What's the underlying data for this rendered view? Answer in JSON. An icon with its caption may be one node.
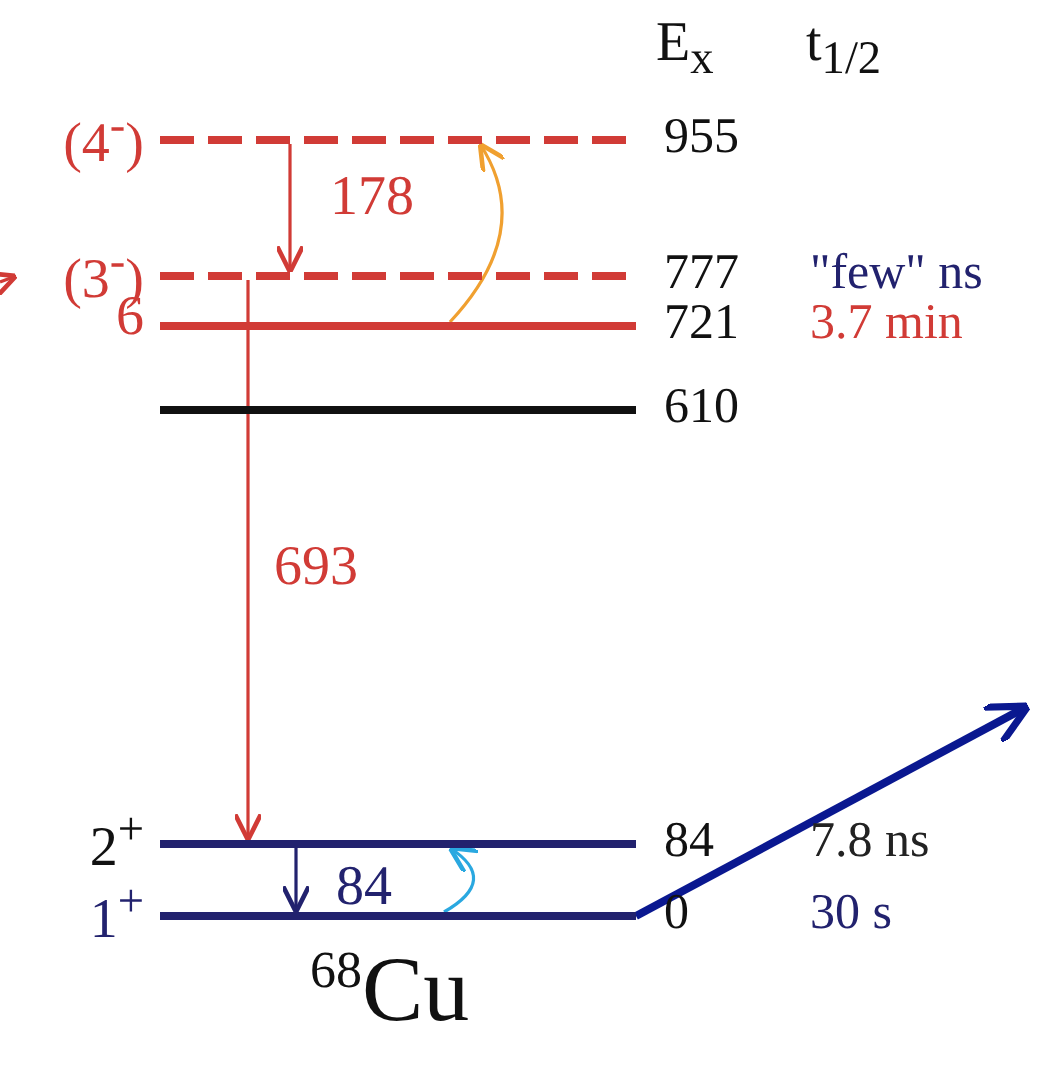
{
  "diagram": {
    "nodes": [
      {
        "text": [
          "(4$^{-}$)",
          "955"
        ]
      },
      {
        "text": [
          "(3$^{-}$)",
          "777"
        ],
        "beside": [
          "\"few\" ns"
        ]
      },
      {
        "text": [
          "6",
          "721"
        ],
        "beside": [
          "3.7 min"
        ]
      },
      {
        "text": [
          "610"
        ]
      },
      {
        "text": [
          "2$^{+}$",
          "84"
        ],
        "beside": [
          "7.8 ns"
        ]
      },
      {
        "text": [
          "1$^{+}$",
          "0"
        ],
        "beside": [
          "30 s"
        ]
      }
    ],
    "edges": [
      {
        "from": 0,
        "to": 1,
        "arrow": "to",
        "label": "178"
      },
      {
        "from": 2,
        "to": 0,
        "arrow": "to",
        "color": "#f0a030"
      },
      {
        "from": 1,
        "to": 4,
        "arrow": "to",
        "label": "693"
      },
      {
        "from": 4,
        "to": 5,
        "arrow": "to",
        "label": "84",
        "color": "#22226e"
      },
      {
        "from": 5,
        "to": 4,
        "arrow": "to",
        "color": "#2aa8e0"
      },
      {
        "from": 5,
        "to": null,
        "arrow": "to",
        "style": "thick",
        "color": "#0a1890"
      },
      {
        "from": null,
        "to": 1,
        "arrow": "to"
      }
    ],
    "labels": [
      "E$_{x}$",
      "t$_{1/2}$",
      "$^{68}$Cu"
    ]
  }
}
